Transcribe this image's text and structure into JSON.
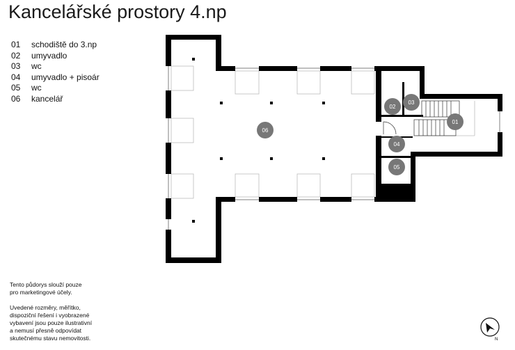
{
  "title": "Kancelářské prostory 4.np",
  "legend": [
    {
      "num": "01",
      "label": "schodiště do 3.np"
    },
    {
      "num": "02",
      "label": "umyvadlo"
    },
    {
      "num": "03",
      "label": "wc"
    },
    {
      "num": "04",
      "label": "umyvadlo + pisoár"
    },
    {
      "num": "05",
      "label": "wc"
    },
    {
      "num": "06",
      "label": "kancelář"
    }
  ],
  "notes": [
    "Tento půdorys slouží pouze\npro marketingové účely.",
    "Uvedené rozměry, měřítko,\ndispoziční řešení i vyobrazené\nvybavení jsou pouze ilustrativní\na nemusí přesně odpovídat\nskutečnému stavu nemovitosti."
  ],
  "rooms": [
    {
      "num": "06"
    },
    {
      "num": "02"
    },
    {
      "num": "03"
    },
    {
      "num": "01"
    },
    {
      "num": "04"
    },
    {
      "num": "05"
    }
  ],
  "compass": {
    "label": "N"
  },
  "colors": {
    "wall": "#000000",
    "room_marker": "#777777"
  }
}
